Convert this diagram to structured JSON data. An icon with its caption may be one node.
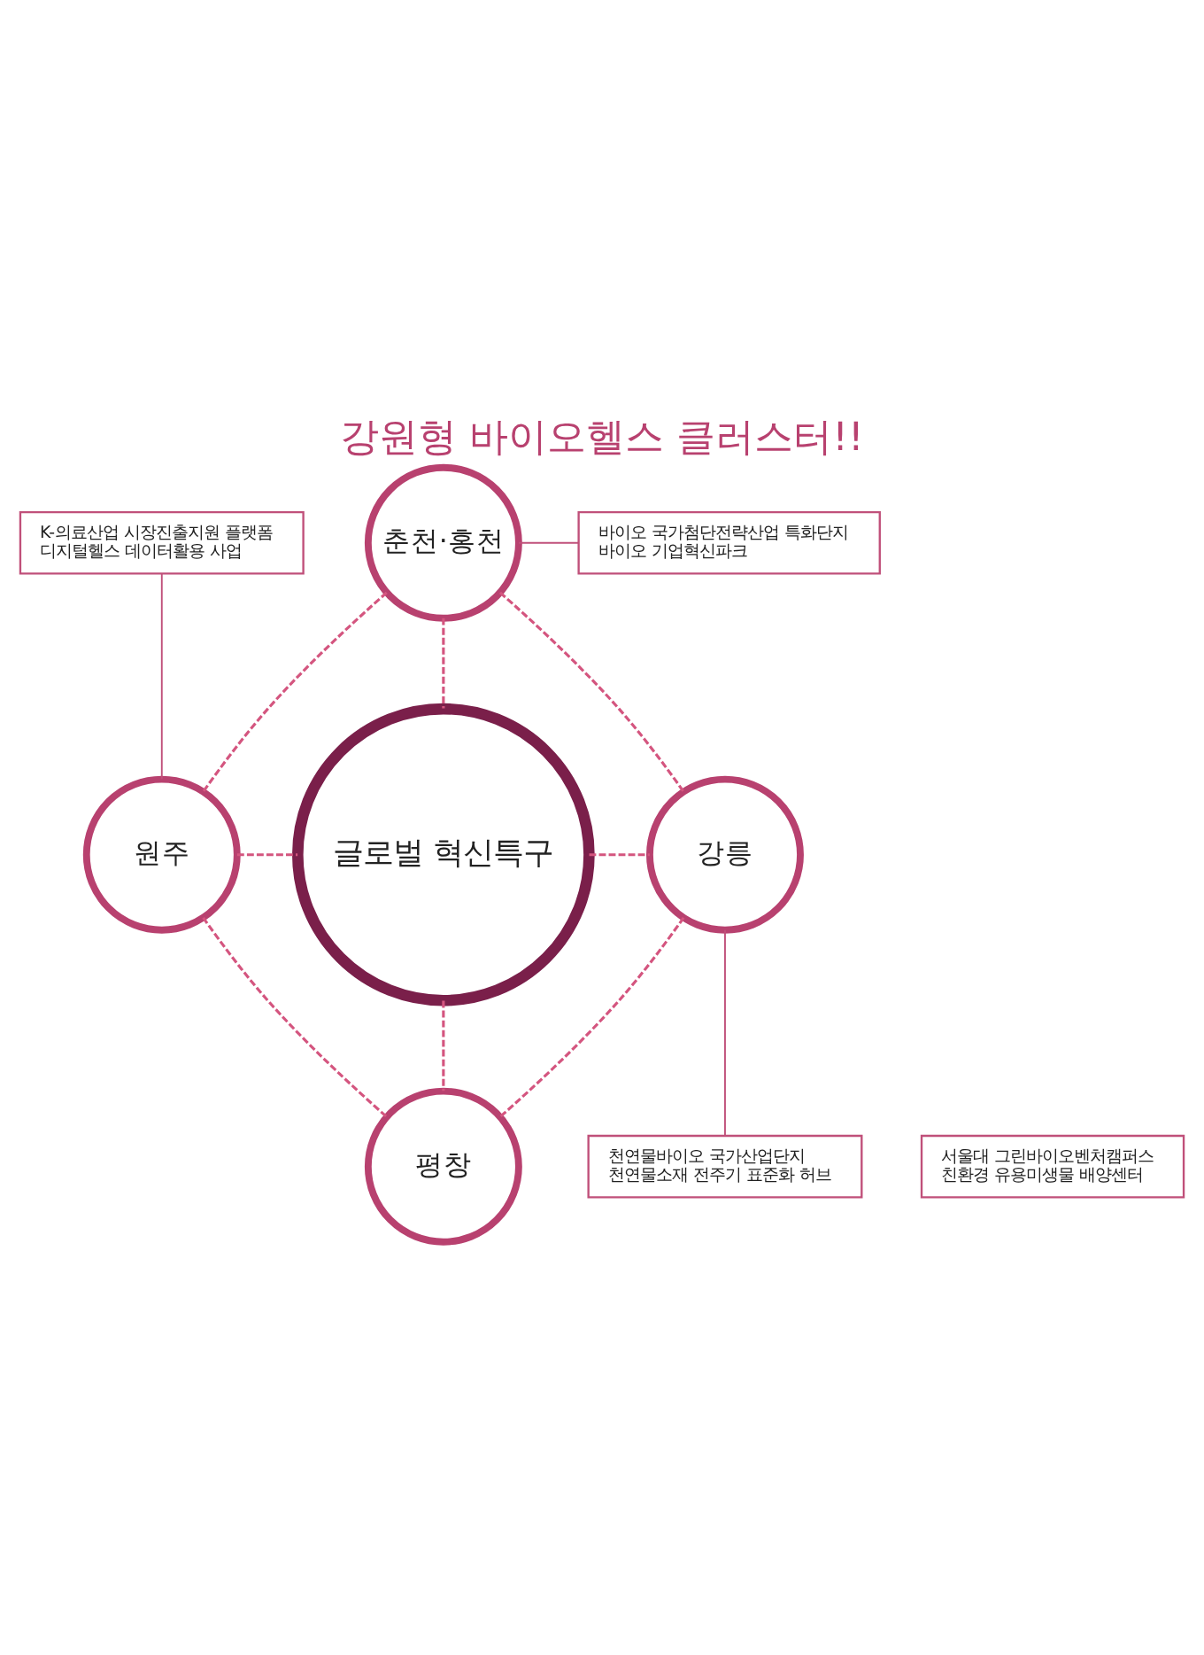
{
  "diagram": {
    "title": "강원형 바이오헬스 클러스터!!",
    "nodes": [
      {
        "text": [
          "춘천·홍천"
        ]
      },
      {
        "text": [
          "바이오 국가첨단전략산업 특화단지",
          "바이오 기업혁신파크"
        ]
      },
      {
        "text": [
          "K-의료산업 시장진출지원 플랫폼",
          "디지털헬스 데이터활용 사업"
        ]
      },
      {
        "text": [
          "원주"
        ]
      },
      {
        "text": [
          "글로벌 혁신특구"
        ]
      },
      {
        "text": [
          "강릉"
        ]
      },
      {
        "text": [
          "천연물바이오 국가산업단지",
          "천연물소재 전주기 표준화 허브"
        ]
      },
      {
        "text": [
          "서울대 그린바이오벤처캠퍼스",
          "친환경 유용미생물 배양센터"
        ]
      },
      {
        "text": [
          "평창"
        ]
      }
    ],
    "edges": [
      {
        "from": 0,
        "to": 1,
        "arrow": "none"
      },
      {
        "from": 2,
        "to": 3,
        "arrow": "none"
      },
      {
        "from": 0,
        "to": 3,
        "arrow": "none",
        "style": "dashed"
      },
      {
        "from": 0,
        "to": 5,
        "arrow": "none",
        "style": "dashed"
      },
      {
        "from": 0,
        "to": 4,
        "arrow": "none",
        "style": "dashed"
      },
      {
        "from": 3,
        "to": 4,
        "arrow": "none",
        "style": "dashed"
      },
      {
        "from": 4,
        "to": 5,
        "arrow": "none",
        "style": "dashed"
      },
      {
        "from": 5,
        "to": 6,
        "arrow": "none"
      },
      {
        "from": 3,
        "to": 8,
        "arrow": "none",
        "style": "dashed"
      },
      {
        "from": 4,
        "to": 8,
        "arrow": "none",
        "style": "dashed"
      },
      {
        "from": 5,
        "to": 8,
        "arrow": "none",
        "style": "dashed"
      }
    ]
  }
}
